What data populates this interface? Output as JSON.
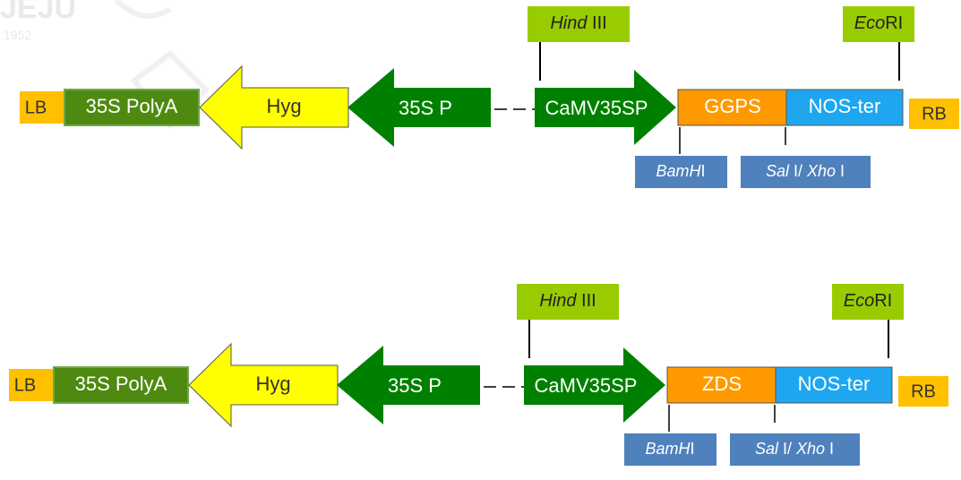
{
  "watermark": {
    "text": "JEJU",
    "year": "1952"
  },
  "colors": {
    "lb_rb": "#FFC000",
    "polya": "#4F8A10",
    "polya_edge": "#6FA84A",
    "hyg": "#FFFF00",
    "promoter_arrow": "#008000",
    "gene": "#FF9900",
    "nos": "#1EA7F0",
    "site_top": "#99CC00",
    "site_bottom": "#4F81BD",
    "line": "#000000"
  },
  "constructs": [
    {
      "lb": "LB",
      "polya": "35S PolyA",
      "hyg": "Hyg",
      "promoter": "35S P",
      "camv": "CaMV35SP",
      "gene": "GGPS",
      "nos": "NOS-ter",
      "rb": "RB",
      "hind_italic": "Hind",
      "hind_roman": " III",
      "eco_italic": "Eco",
      "eco_roman": "RI",
      "bam_italic": "BamH",
      "bam_roman": "I",
      "sal_italic": "Sal",
      "sal_mid": " I/ ",
      "xho_italic": "Xho",
      "xho_roman": " I"
    },
    {
      "lb": "LB",
      "polya": "35S PolyA",
      "hyg": "Hyg",
      "promoter": "35S P",
      "camv": "CaMV35SP",
      "gene": "ZDS",
      "nos": "NOS-ter",
      "rb": "RB",
      "hind_italic": "Hind",
      "hind_roman": " III",
      "eco_italic": "Eco",
      "eco_roman": "RI",
      "bam_italic": "BamH",
      "bam_roman": "I",
      "sal_italic": "Sal",
      "sal_mid": " I/ ",
      "xho_italic": "Xho",
      "xho_roman": " I"
    }
  ]
}
